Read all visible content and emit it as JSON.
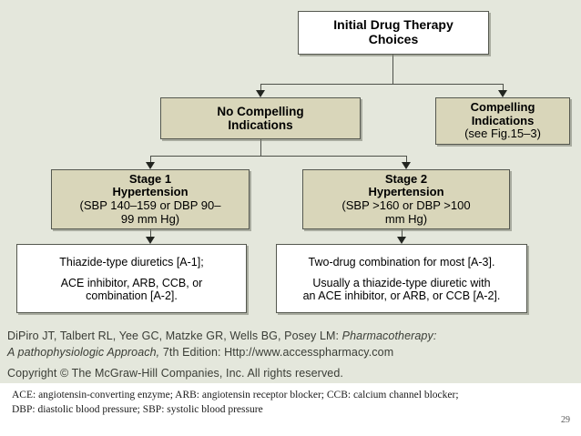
{
  "slide": {
    "page_number": "29",
    "background_color": "#e4e7dc",
    "tan_box_color": "#d9d6ba",
    "white_box_color": "#ffffff",
    "border_color": "#55584f"
  },
  "flowchart": {
    "initial": {
      "line1": "Initial Drug Therapy",
      "line2": "Choices"
    },
    "no_compelling": {
      "line1": "No Compelling",
      "line2": "Indications"
    },
    "compelling": {
      "line1": "Compelling",
      "line2": "Indications",
      "line3": "(see Fig.15–3)"
    },
    "stage1": {
      "line1": "Stage 1",
      "line2": "Hypertension",
      "line3": "(SBP 140–159 or DBP 90–",
      "line4": "99 mm Hg)"
    },
    "stage2": {
      "line1": "Stage 2",
      "line2": "Hypertension",
      "line3": "(SBP >160 or DBP >100",
      "line4": "mm Hg)"
    },
    "treatment1": {
      "line1": "Thiazide-type diuretics [A-1];",
      "line2": "ACE inhibitor, ARB, CCB, or",
      "line3": "combination [A-2]."
    },
    "treatment2": {
      "line1": "Two-drug combination for most [A-3].",
      "line2": "Usually a thiazide-type diuretic with",
      "line3": "an ACE inhibitor, or ARB, or CCB [A-2]."
    }
  },
  "citation": {
    "authors": "DiPiro JT, Talbert RL, Yee GC, Matzke GR, Wells BG, Posey LM: ",
    "title_part1": "Pharmacotherapy:",
    "title_part2": "A pathophysiologic Approach,",
    "edition": " 7th Edition: Http://www.accesspharmacy.com",
    "copyright": "Copyright © The McGraw-Hill Companies, Inc. All rights reserved."
  },
  "footnote": {
    "line1": "ACE: angiotensin-converting enzyme; ARB: angiotensin receptor blocker; CCB: calcium channel blocker;",
    "line2": "DBP: diastolic blood pressure; SBP: systolic blood pressure"
  }
}
